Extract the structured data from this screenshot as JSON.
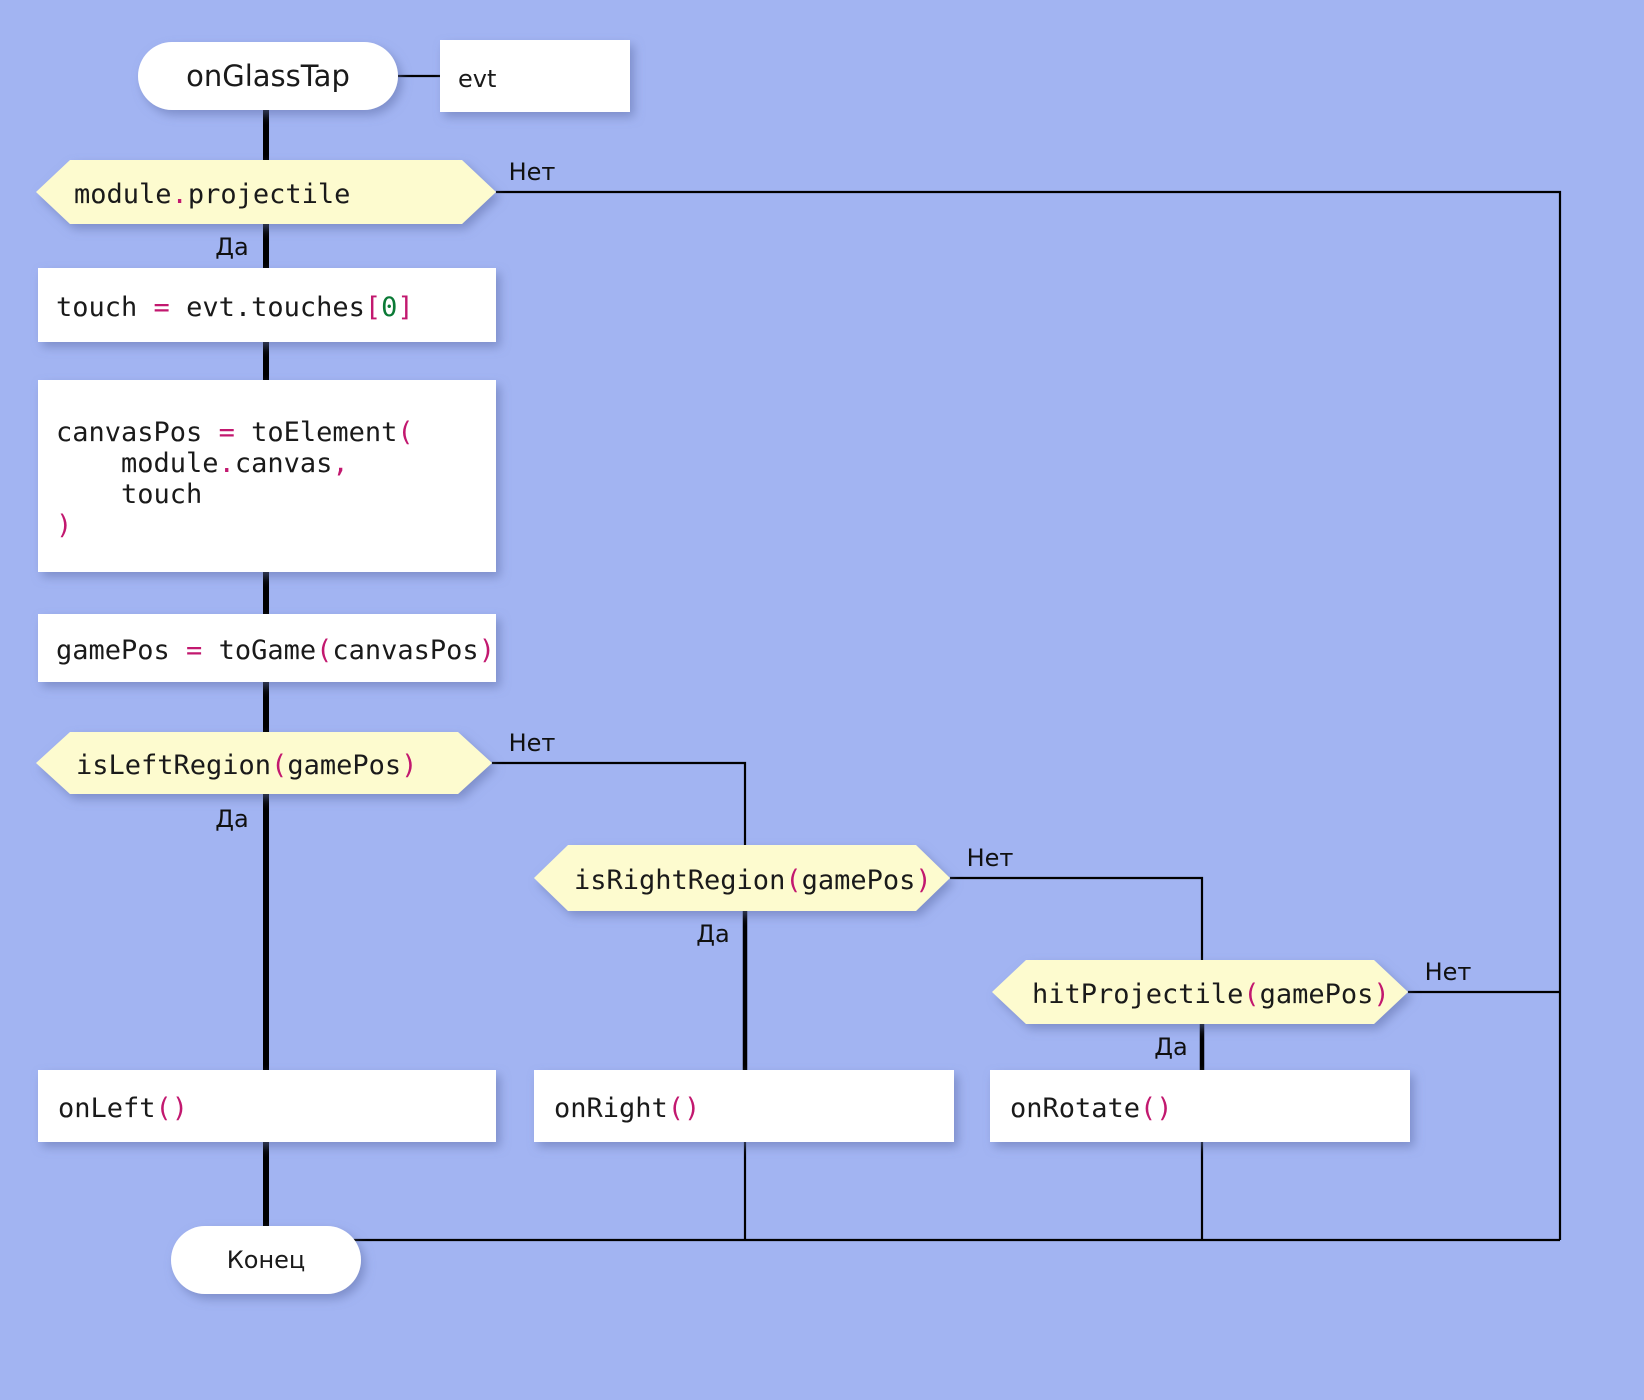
{
  "diagram": {
    "title": "onGlassTap flowchart",
    "background_color": "#a2b4f2",
    "decision_fill": "#fdfbcf",
    "process_fill": "#ffffff",
    "line_color": "#000000",
    "punct_color": "#c2186f",
    "number_color": "#0b7a36"
  },
  "labels": {
    "yes": "Да",
    "no": "Нет"
  },
  "nodes": {
    "start": {
      "text": "onGlassTap",
      "type": "terminal"
    },
    "param": {
      "text": "evt",
      "type": "parameter-box"
    },
    "end": {
      "text": "Конец",
      "type": "terminal"
    },
    "cond_projectile": {
      "type": "decision",
      "text": "module.projectile",
      "parts": [
        {
          "t": "module",
          "c": "plain"
        },
        {
          "t": ".",
          "c": "punct"
        },
        {
          "t": "projectile",
          "c": "plain"
        }
      ]
    },
    "proc_touch": {
      "type": "process",
      "text": "touch = evt.touches[0]",
      "lines": [
        [
          {
            "t": "touch ",
            "c": "plain"
          },
          {
            "t": "=",
            "c": "punct"
          },
          {
            "t": " evt.touches",
            "c": "plain"
          },
          {
            "t": "[",
            "c": "punct"
          },
          {
            "t": "0",
            "c": "num"
          },
          {
            "t": "]",
            "c": "punct"
          }
        ]
      ]
    },
    "proc_canvaspos": {
      "type": "process",
      "text": "canvasPos = toElement(\n    module.canvas,\n    touch\n)",
      "lines": [
        [
          {
            "t": "canvasPos ",
            "c": "plain"
          },
          {
            "t": "=",
            "c": "punct"
          },
          {
            "t": " toElement",
            "c": "plain"
          },
          {
            "t": "(",
            "c": "punct"
          }
        ],
        [
          {
            "t": "    module",
            "c": "plain"
          },
          {
            "t": ".",
            "c": "punct"
          },
          {
            "t": "canvas",
            "c": "plain"
          },
          {
            "t": ",",
            "c": "punct"
          }
        ],
        [
          {
            "t": "    touch",
            "c": "plain"
          }
        ],
        [
          {
            "t": ")",
            "c": "punct"
          }
        ]
      ]
    },
    "proc_gamepos": {
      "type": "process",
      "text": "gamePos = toGame(canvasPos)",
      "lines": [
        [
          {
            "t": "gamePos ",
            "c": "plain"
          },
          {
            "t": "=",
            "c": "punct"
          },
          {
            "t": " toGame",
            "c": "plain"
          },
          {
            "t": "(",
            "c": "punct"
          },
          {
            "t": "canvasPos",
            "c": "plain"
          },
          {
            "t": ")",
            "c": "punct"
          }
        ]
      ]
    },
    "cond_left": {
      "type": "decision",
      "text": "isLeftRegion(gamePos)",
      "parts": [
        {
          "t": "isLeftRegion",
          "c": "plain"
        },
        {
          "t": "(",
          "c": "punct"
        },
        {
          "t": "gamePos",
          "c": "plain"
        },
        {
          "t": ")",
          "c": "punct"
        }
      ]
    },
    "cond_right": {
      "type": "decision",
      "text": "isRightRegion(gamePos)",
      "parts": [
        {
          "t": "isRightRegion",
          "c": "plain"
        },
        {
          "t": "(",
          "c": "punct"
        },
        {
          "t": "gamePos",
          "c": "plain"
        },
        {
          "t": ")",
          "c": "punct"
        }
      ]
    },
    "cond_hit": {
      "type": "decision",
      "text": "hitProjectile(gamePos)",
      "parts": [
        {
          "t": "hitProjectile",
          "c": "plain"
        },
        {
          "t": "(",
          "c": "punct"
        },
        {
          "t": "gamePos",
          "c": "plain"
        },
        {
          "t": ")",
          "c": "punct"
        }
      ]
    },
    "act_left": {
      "type": "process",
      "text": "onLeft()",
      "lines": [
        [
          {
            "t": "onLeft",
            "c": "plain"
          },
          {
            "t": "()",
            "c": "punct"
          }
        ]
      ]
    },
    "act_right": {
      "type": "process",
      "text": "onRight()",
      "lines": [
        [
          {
            "t": "onRight",
            "c": "plain"
          },
          {
            "t": "()",
            "c": "punct"
          }
        ]
      ]
    },
    "act_rotate": {
      "type": "process",
      "text": "onRotate()",
      "lines": [
        [
          {
            "t": "onRotate",
            "c": "plain"
          },
          {
            "t": "()",
            "c": "punct"
          }
        ]
      ]
    }
  },
  "edge_labels": {
    "projectile_no": "Нет",
    "projectile_yes": "Да",
    "left_no": "Нет",
    "left_yes": "Да",
    "right_no": "Нет",
    "right_yes": "Да",
    "hit_no": "Нет",
    "hit_yes": "Да"
  }
}
